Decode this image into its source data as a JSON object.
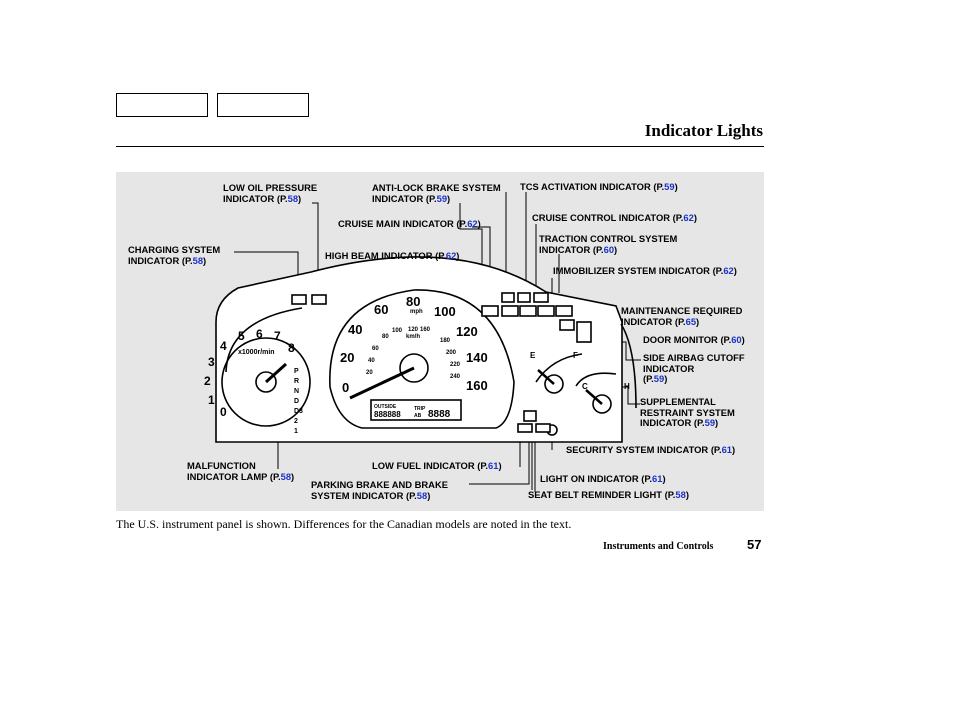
{
  "header": {
    "title": "Indicator Lights"
  },
  "callouts": {
    "low_oil_1": "LOW OIL PRESSURE",
    "low_oil_2": "INDICATOR",
    "low_oil_page": "58",
    "abs_1": "ANTI-LOCK BRAKE SYSTEM",
    "abs_2": "INDICATOR",
    "abs_page": "59",
    "tcs_act": "TCS ACTIVATION INDICATOR",
    "tcs_act_page": "59",
    "cruise_ctrl": "CRUISE CONTROL INDICATOR",
    "cruise_ctrl_page": "62",
    "cruise_main": "CRUISE MAIN INDICATOR",
    "cruise_main_page": "62",
    "traction_1": "TRACTION CONTROL SYSTEM",
    "traction_2": "INDICATOR",
    "traction_page": "60",
    "charging_1": "CHARGING SYSTEM",
    "charging_2": "INDICATOR",
    "charging_page": "58",
    "high_beam": "HIGH BEAM INDICATOR",
    "high_beam_page": "62",
    "immobilizer": "IMMOBILIZER SYSTEM INDICATOR",
    "immobilizer_page": "62",
    "maint_1": "MAINTENANCE REQUIRED",
    "maint_2": "INDICATOR",
    "maint_page": "65",
    "door": "DOOR MONITOR",
    "door_page": "60",
    "airbag_1": "SIDE AIRBAG CUTOFF",
    "airbag_2": "INDICATOR",
    "airbag_page": "59",
    "srs_1": "SUPPLEMENTAL",
    "srs_2": "RESTRAINT SYSTEM",
    "srs_3": "INDICATOR",
    "srs_page": "59",
    "security": "SECURITY SYSTEM INDICATOR",
    "security_page": "61",
    "malfunction_1": "MALFUNCTION",
    "malfunction_2": "INDICATOR LAMP",
    "malfunction_page": "58",
    "low_fuel": "LOW FUEL INDICATOR",
    "low_fuel_page": "61",
    "light_on": "LIGHT ON INDICATOR",
    "light_on_page": "61",
    "parking_1": "PARKING BRAKE AND BRAKE",
    "parking_2": "SYSTEM INDICATOR",
    "parking_page": "58",
    "seatbelt": "SEAT BELT REMINDER LIGHT",
    "seatbelt_page": "58"
  },
  "gauges": {
    "tach_numbers": [
      "0",
      "1",
      "2",
      "3",
      "4",
      "5",
      "6",
      "7",
      "8"
    ],
    "tach_unit": "x1000r/min",
    "speed_mph": [
      "0",
      "20",
      "40",
      "60",
      "80",
      "100",
      "120",
      "140",
      "160"
    ],
    "speed_mph_unit": "mph",
    "speed_kmh": [
      "20",
      "40",
      "60",
      "80",
      "100",
      "120",
      "160",
      "180",
      "200",
      "220",
      "240"
    ],
    "speed_kmh_unit": "km/h",
    "gear_positions": [
      "P",
      "R",
      "N",
      "D",
      "D3",
      "2",
      "1"
    ],
    "odometer_label": "OUTSIDE",
    "odometer_digits": "888888",
    "trip_top": "TRIP",
    "trip_bottom": "AB",
    "trip_digits": "8888",
    "fuel_e": "E",
    "fuel_f": "F",
    "temp_c": "C",
    "temp_h": "H"
  },
  "caption": "The U.S. instrument panel is shown. Differences for the Canadian models are noted in the text.",
  "footer": {
    "section": "Instruments and Controls",
    "page": "57"
  }
}
